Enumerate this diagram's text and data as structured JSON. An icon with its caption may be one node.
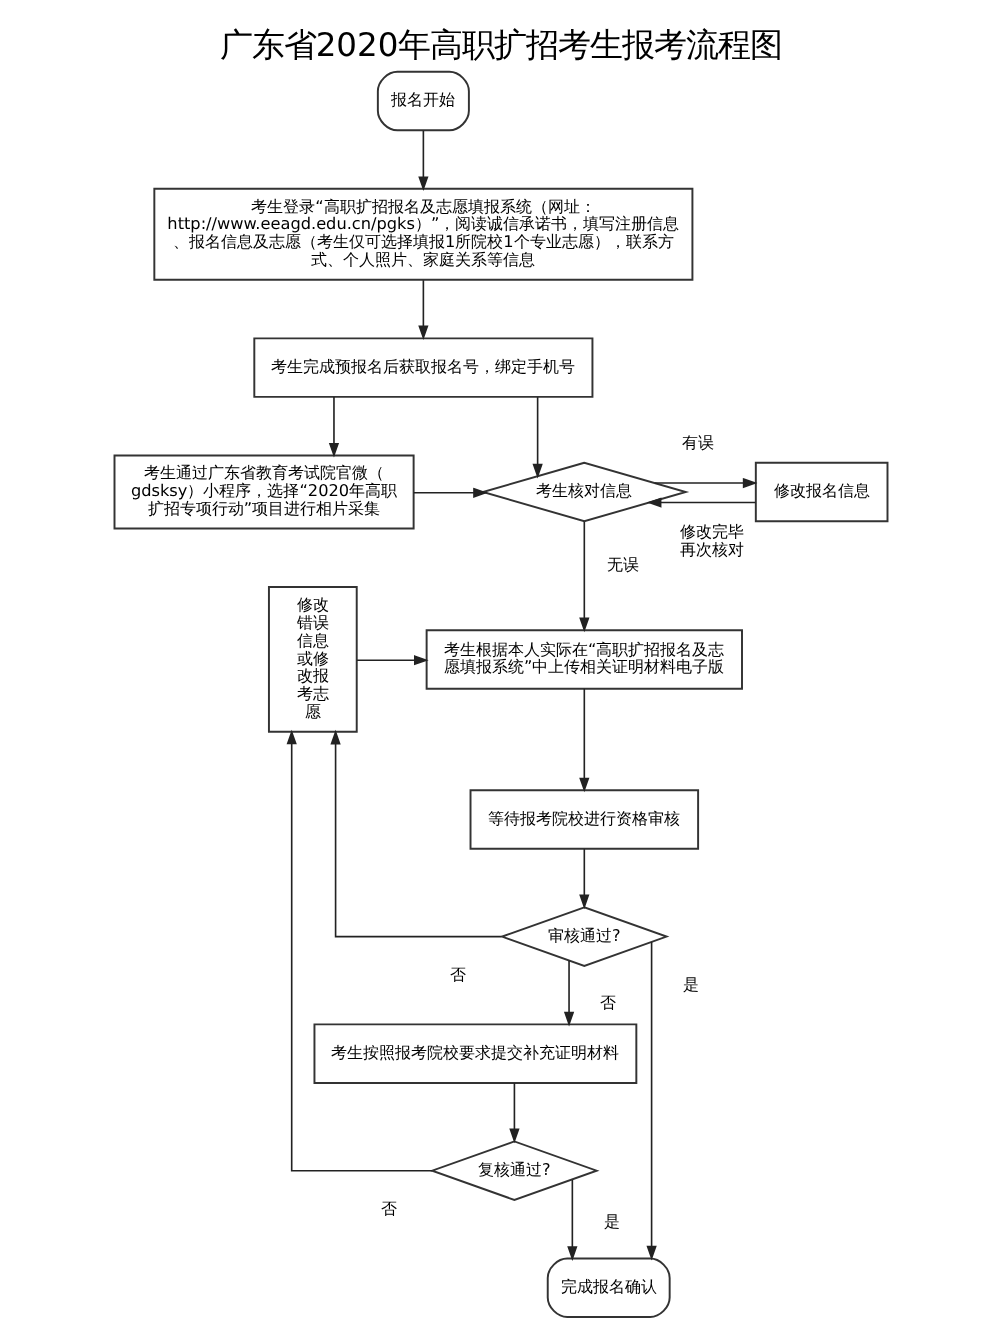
{
  "diagram": {
    "title": "广东省2020年高职扩招考生报考流程图",
    "nodes": [
      {
        "text": [
          "报名开始"
        ]
      },
      {
        "text": [
          "考生登录“高职扩招报名及志愿填报系统（网址：http://www.eeagd.edu.cn/pgks）”，阅读诚信承诺书，填写注册信息、报名信息及志愿（考生仅可选择填报1所院校1个专业志愿），联系方式、个人照片、家庭关系等信息"
        ]
      },
      {
        "text": [
          "考生完成预报名后获取报名号，绑定手机号"
        ]
      },
      {
        "text": [
          "考生通过广东省教育考试院官微（gdsksy）小程序，选择“2020年高职扩招专项行动”项目进行相片采集"
        ]
      },
      {
        "text": [
          "考生核对信息"
        ]
      },
      {
        "text": [
          "修改报名信息"
        ]
      },
      {
        "text": [
          "考生根据本人实际在“高职扩招报名及志愿填报系统”中上传相关证明材料电子版"
        ]
      },
      {
        "text": [
          "修改错误信息或修改报考志愿"
        ]
      },
      {
        "text": [
          "等待报考院校进行资格审核"
        ]
      },
      {
        "text": [
          "审核通过?"
        ]
      },
      {
        "text": [
          "考生按照报考院校要求提交补充证明材料"
        ]
      },
      {
        "text": [
          "复核通过?"
        ]
      },
      {
        "text": [
          "完成报名确认"
        ]
      }
    ],
    "edges": [
      {
        "from": 0,
        "to": 1,
        "arrow": "to"
      },
      {
        "from": 1,
        "to": 2,
        "arrow": "to"
      },
      {
        "from": 2,
        "to": 3,
        "arrow": "to"
      },
      {
        "from": 2,
        "to": 4,
        "arrow": "to"
      },
      {
        "from": 3,
        "to": 4,
        "arrow": "to"
      },
      {
        "from": 4,
        "to": 5,
        "arrow": "to",
        "label": "有误"
      },
      {
        "from": 5,
        "to": 4,
        "arrow": "to",
        "label": "修改完毕再次核对"
      },
      {
        "from": 4,
        "to": 6,
        "arrow": "to",
        "label": "无误"
      },
      {
        "from": 6,
        "to": 8,
        "arrow": "to"
      },
      {
        "from": 8,
        "to": 9,
        "arrow": "to"
      },
      {
        "from": 9,
        "to": 7,
        "arrow": "to",
        "label": "否"
      },
      {
        "from": 9,
        "to": 10,
        "arrow": "to",
        "label": "否"
      },
      {
        "from": 9,
        "to": 12,
        "arrow": "to",
        "label": "是"
      },
      {
        "from": 10,
        "to": 11,
        "arrow": "to"
      },
      {
        "from": 11,
        "to": 7,
        "arrow": "to",
        "label": "否"
      },
      {
        "from": 11,
        "to": 12,
        "arrow": "to",
        "label": "是"
      },
      {
        "from": 7,
        "to": 6,
        "arrow": "to"
      }
    ]
  }
}
